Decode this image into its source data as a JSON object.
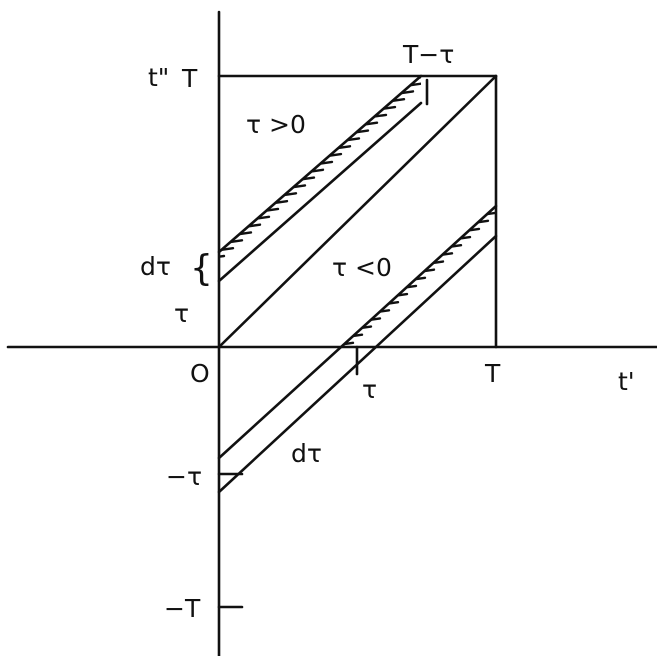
{
  "diagram": {
    "labels": {
      "t_double_prime": "t\"",
      "T_top": "T",
      "T_minus_tau": "T−τ",
      "tau_gt_0": "τ >0",
      "d_tau_upper": "dτ",
      "brace": "{",
      "tau_left": "τ",
      "tau_lt_0": "τ <0",
      "origin": "O",
      "T_right": "T",
      "t_prime": "t'",
      "tau_bottom": "τ",
      "d_tau_lower": "dτ",
      "minus_tau": "−τ",
      "minus_T": "−T"
    },
    "colors": {
      "ink": "#111111",
      "background": "#ffffff"
    }
  }
}
